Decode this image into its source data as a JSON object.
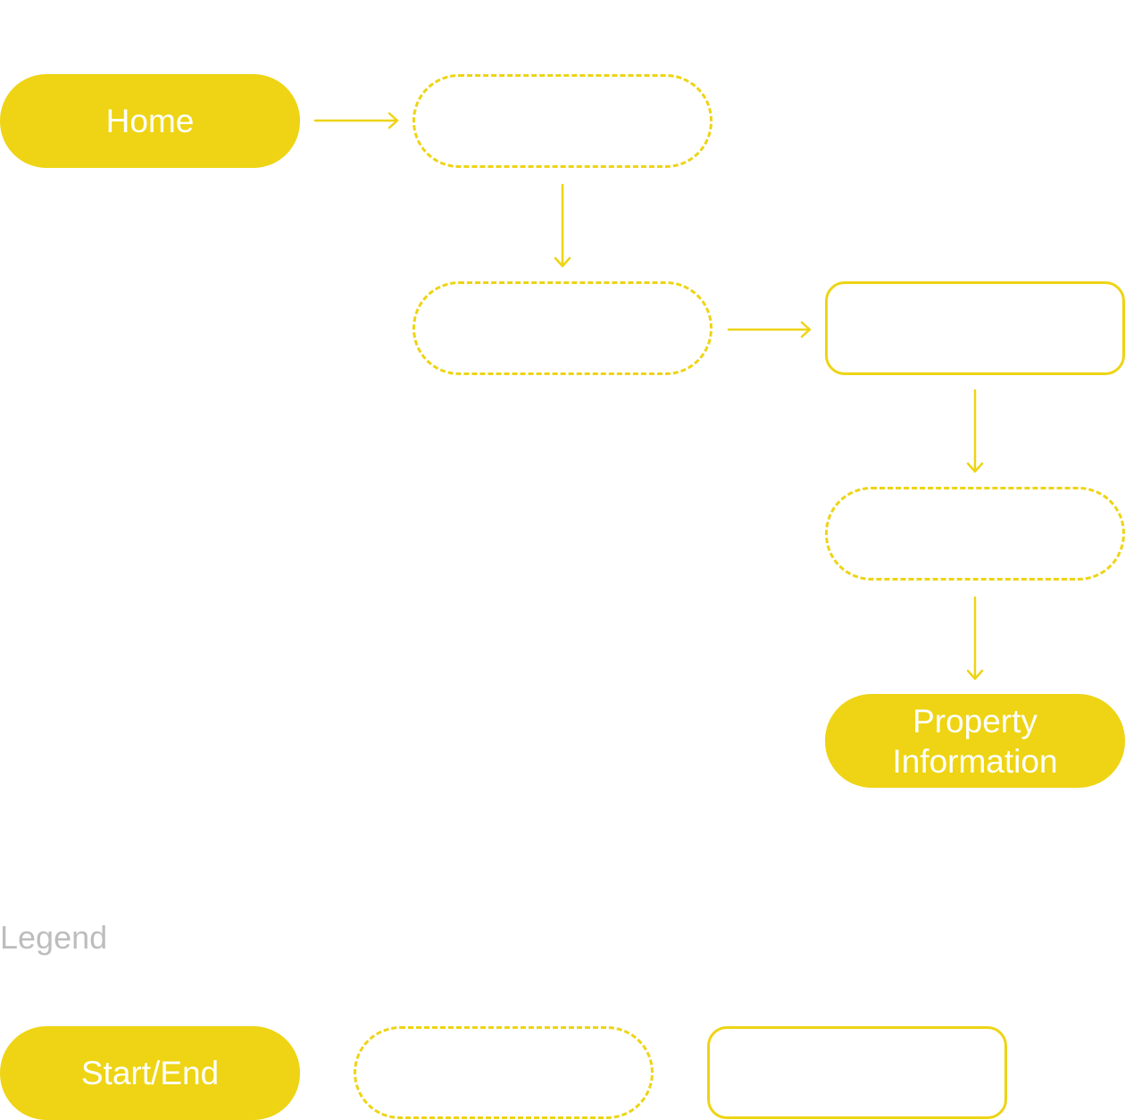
{
  "diagram": {
    "accent_color": "#EED414",
    "nodes": {
      "home": {
        "label": "Home",
        "shape": "terminal"
      },
      "step_1": {
        "label": "",
        "shape": "dashed-rounded"
      },
      "step_2": {
        "label": "",
        "shape": "dashed-rounded"
      },
      "step_3": {
        "label": "",
        "shape": "solid-rounded"
      },
      "step_4": {
        "label": "",
        "shape": "dashed-rounded"
      },
      "property_information": {
        "label": "Property Information",
        "shape": "terminal"
      }
    },
    "edges": [
      {
        "from": "home",
        "to": "step_1"
      },
      {
        "from": "step_1",
        "to": "step_2"
      },
      {
        "from": "step_2",
        "to": "step_3"
      },
      {
        "from": "step_3",
        "to": "step_4"
      },
      {
        "from": "step_4",
        "to": "property_information"
      }
    ]
  },
  "legend": {
    "title": "Legend",
    "items": [
      {
        "label": "Start/End",
        "shape": "terminal"
      },
      {
        "label": "",
        "shape": "dashed-rounded"
      },
      {
        "label": "",
        "shape": "solid-rounded"
      }
    ]
  }
}
